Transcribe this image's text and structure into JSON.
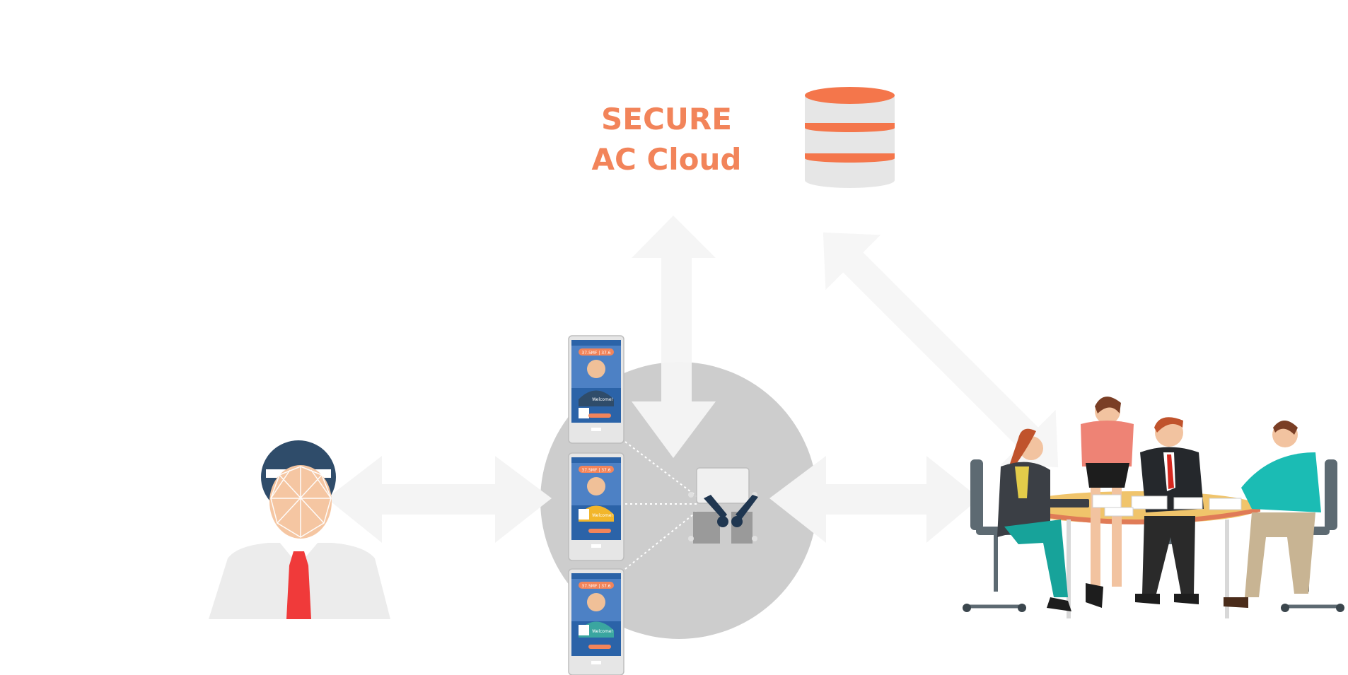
{
  "cloud": {
    "title_line1": "SECURE",
    "title_line2": "AC Cloud",
    "title_color": "#f2845a"
  },
  "devices": [
    {
      "temp_chip": "37.5MF | 37.6",
      "welcome": "Welcome!"
    },
    {
      "temp_chip": "37.5MF | 37.6",
      "welcome": "Welcome!"
    },
    {
      "temp_chip": "37.5MF | 37.6",
      "welcome": "Welcome!"
    }
  ],
  "icons": {
    "cloud_database": "database-icon",
    "face_scan_person": "face-recognition-person-icon",
    "controller": "access-controller-icon",
    "team": "team-meeting-icon"
  },
  "colors": {
    "accent": "#f2845a",
    "arrow": "#f4f4f4",
    "hub_circle": "#cdcdcd",
    "device_blue": "#2b63a8",
    "database_body": "#e6e6e6"
  }
}
